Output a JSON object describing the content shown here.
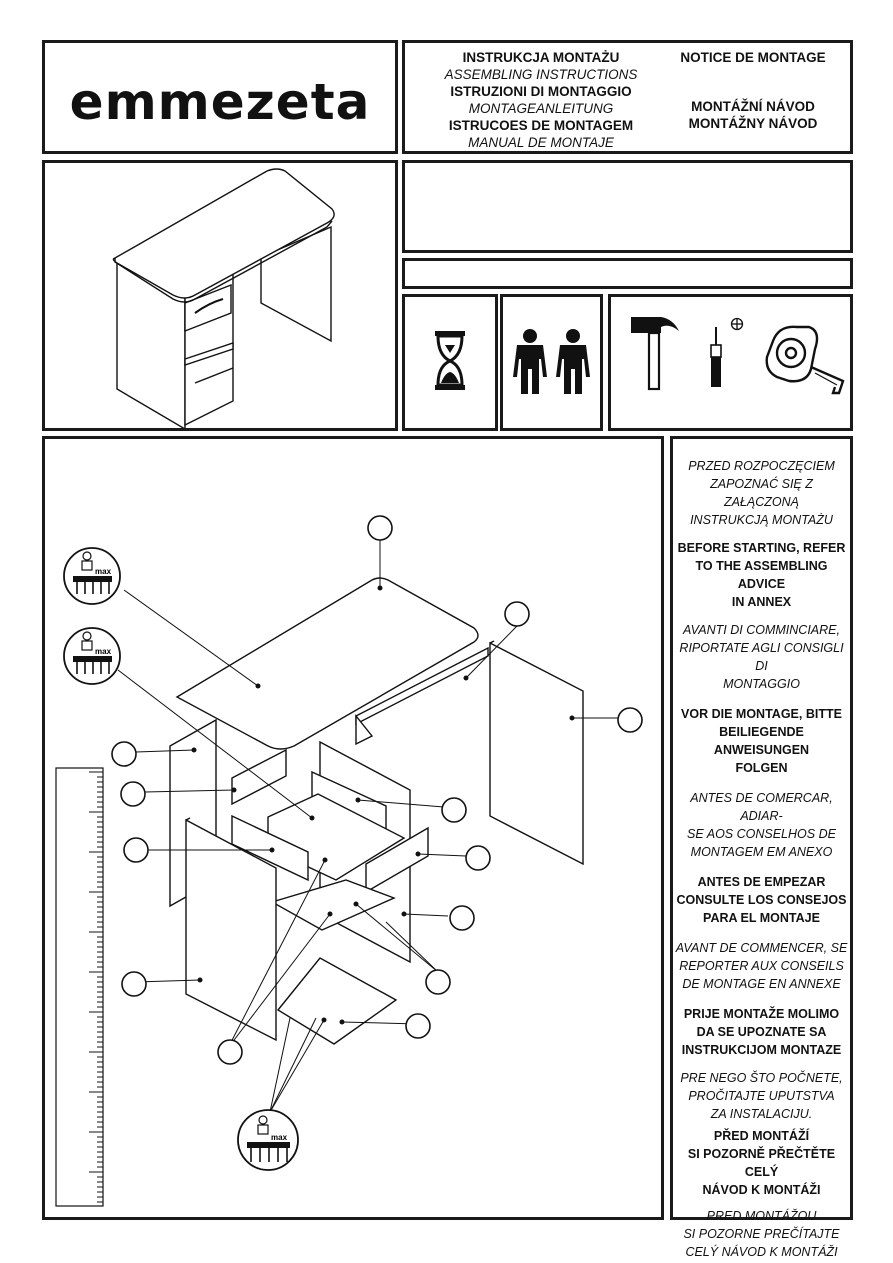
{
  "brand": {
    "logo_text": "emmezeta"
  },
  "header": {
    "lines_left": [
      {
        "text": "INSTRUKCJA MONTAŻU",
        "style": "b"
      },
      {
        "text": "ASSEMBLING INSTRUCTIONS",
        "style": "i"
      },
      {
        "text": "ISTRUZIONI DI MONTAGGIO",
        "style": "b"
      },
      {
        "text": "MONTAGEANLEITUNG",
        "style": "i"
      },
      {
        "text": "ISTRUCOES DE MONTAGEM",
        "style": "b"
      },
      {
        "text": "MANUAL DE MONTAJE",
        "style": "i"
      }
    ],
    "notice": "NOTICE DE MONTAGE",
    "cz": "MONTÁŽNÍ NÁVOD",
    "sk": "MONTÁŽNY NÁVOD"
  },
  "icons": {
    "time": "hourglass-icon",
    "people": "two-people-icon",
    "tools": [
      "hammer-icon",
      "screwdriver-icon",
      "phillips-icon",
      "tape-measure-icon"
    ]
  },
  "load_label": "max",
  "notes": [
    {
      "text": "PRZED ROZPOCZĘCIEM\nZAPOZNAĆ SIĘ Z ZAŁĄCZONĄ\nINSTRUKCJĄ MONTAŻU",
      "style": "i"
    },
    {
      "text": "BEFORE STARTING, REFER\nTO THE ASSEMBLING ADVICE\nIN ANNEX",
      "style": "b"
    },
    {
      "text": "AVANTI DI COMMINCIARE,\nRIPORTATE AGLI CONSIGLI DI\nMONTAGGIO",
      "style": "i"
    },
    {
      "text": "VOR DIE MONTAGE, BITTE\nBEILIEGENDE ANWEISUNGEN\nFOLGEN",
      "style": "b"
    },
    {
      "text": "ANTES DE COMERCAR, ADIAR-\nSE AOS CONSELHOS DE\nMONTAGEM EM ANEXO",
      "style": "i"
    },
    {
      "text": "ANTES DE EMPEZAR\nCONSULTE LOS CONSEJOS\nPARA EL MONTAJE",
      "style": "b"
    },
    {
      "text": "AVANT DE COMMENCER, SE\nREPORTER AUX CONSEILS\nDE MONTAGE EN ANNEXE",
      "style": "i"
    },
    {
      "text": "PRIJE MONTAŽE MOLIMO\nDA SE UPOZNATE SA\nINSTRUKCIJOM MONTAZE",
      "style": "b"
    },
    {
      "text": "PRE NEGO ŠTO POČNETE,\nPROČITAJTE UPUTSTVA\nZA INSTALACIJU.",
      "style": "i"
    },
    {
      "text": "PŘED MONTÁŽÍ\nSI POZORNĚ PŘEČTĚTE CELÝ\nNÁVOD K MONTÁŽI",
      "style": "b"
    },
    {
      "text": "PRED MONTÁŽOU\nSI POZORNE PREČÍTAJTE\nCELÝ NÁVOD K MONTÁŽI",
      "style": "i"
    }
  ]
}
